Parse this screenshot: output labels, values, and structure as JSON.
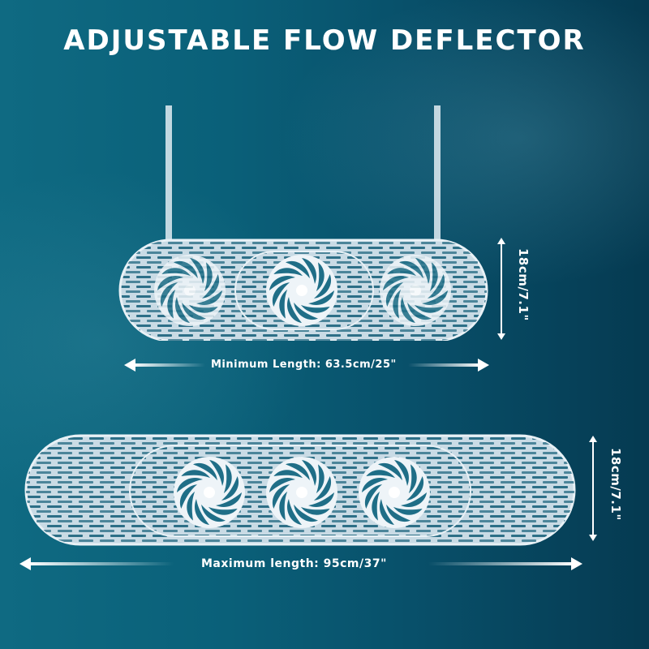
{
  "title": "ADJUSTABLE FLOW DEFLECTOR",
  "top_product": {
    "state": "minimum",
    "fan_count": 3,
    "has_hanging_rods": true,
    "width_label": "Minimum Length: 63.5cm/25\"",
    "height_label": "18cm/7.1\""
  },
  "bottom_product": {
    "state": "maximum",
    "fan_count": 3,
    "width_label": "Maximum length: 95cm/37\"",
    "height_label": "18cm/7.1\""
  },
  "colors": {
    "background_left": "#0f6a82",
    "background_right": "#053a51",
    "text": "#ffffff",
    "plastic": "#d8e6ee"
  }
}
